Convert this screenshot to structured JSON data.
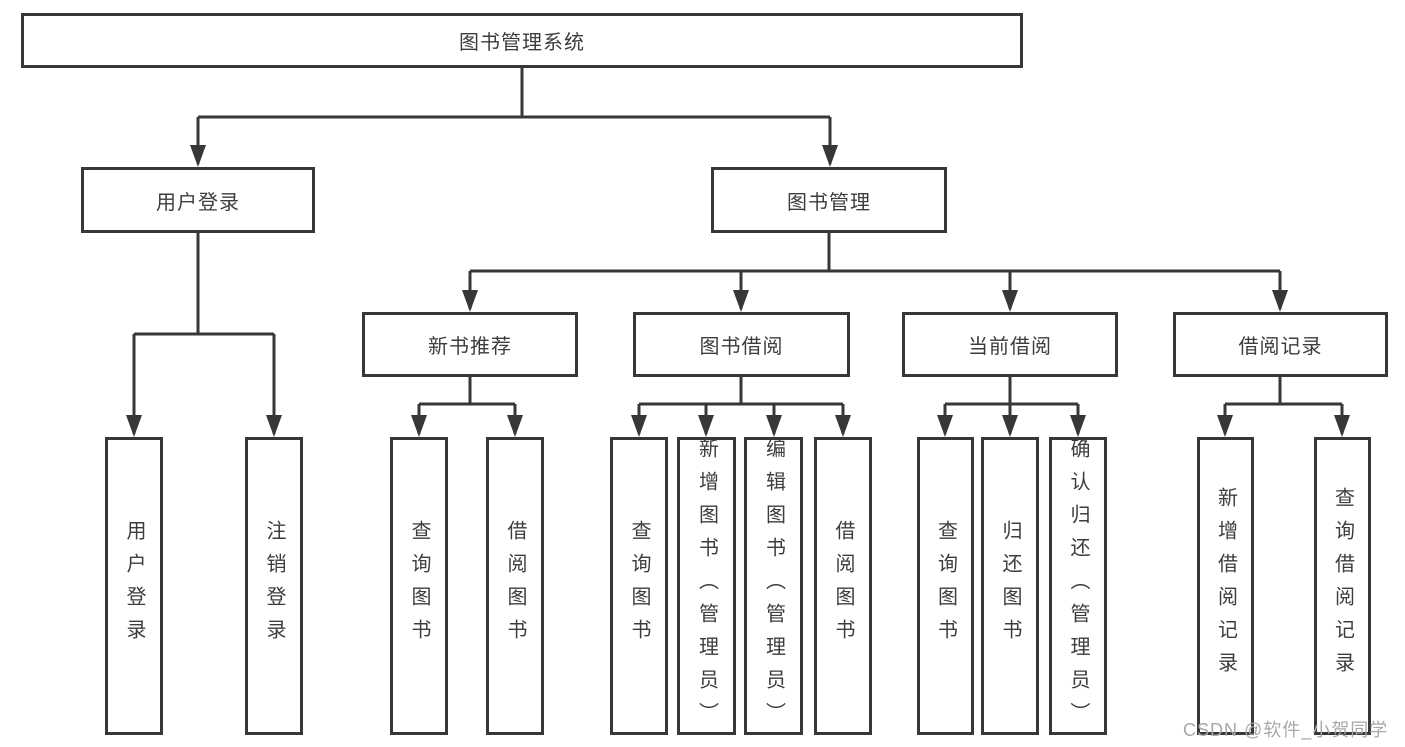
{
  "diagram_type": "hierarchy-tree",
  "colors": {
    "line": "#373737",
    "box_border": "#373737",
    "text": "#3d3d3d",
    "background": "#ffffff",
    "watermark": "#a8a8a8"
  },
  "tree": {
    "label": "图书管理系统",
    "children": [
      {
        "label": "用户登录",
        "children": [
          {
            "label": "用户登录"
          },
          {
            "label": "注销登录"
          }
        ]
      },
      {
        "label": "图书管理",
        "children": [
          {
            "label": "新书推荐",
            "children": [
              {
                "label": "查询图书"
              },
              {
                "label": "借阅图书"
              }
            ]
          },
          {
            "label": "图书借阅",
            "children": [
              {
                "label": "查询图书"
              },
              {
                "label": "新增图书（管理员）"
              },
              {
                "label": "编辑图书（管理员）"
              },
              {
                "label": "借阅图书"
              }
            ]
          },
          {
            "label": "当前借阅",
            "children": [
              {
                "label": "查询图书"
              },
              {
                "label": "归还图书"
              },
              {
                "label": "确认归还（管理员）"
              }
            ]
          },
          {
            "label": "借阅记录",
            "children": [
              {
                "label": "新增借阅记录"
              },
              {
                "label": "查询借阅记录"
              }
            ]
          }
        ]
      }
    ]
  },
  "watermark": {
    "text": "CSDN @软件_小贺同学"
  }
}
